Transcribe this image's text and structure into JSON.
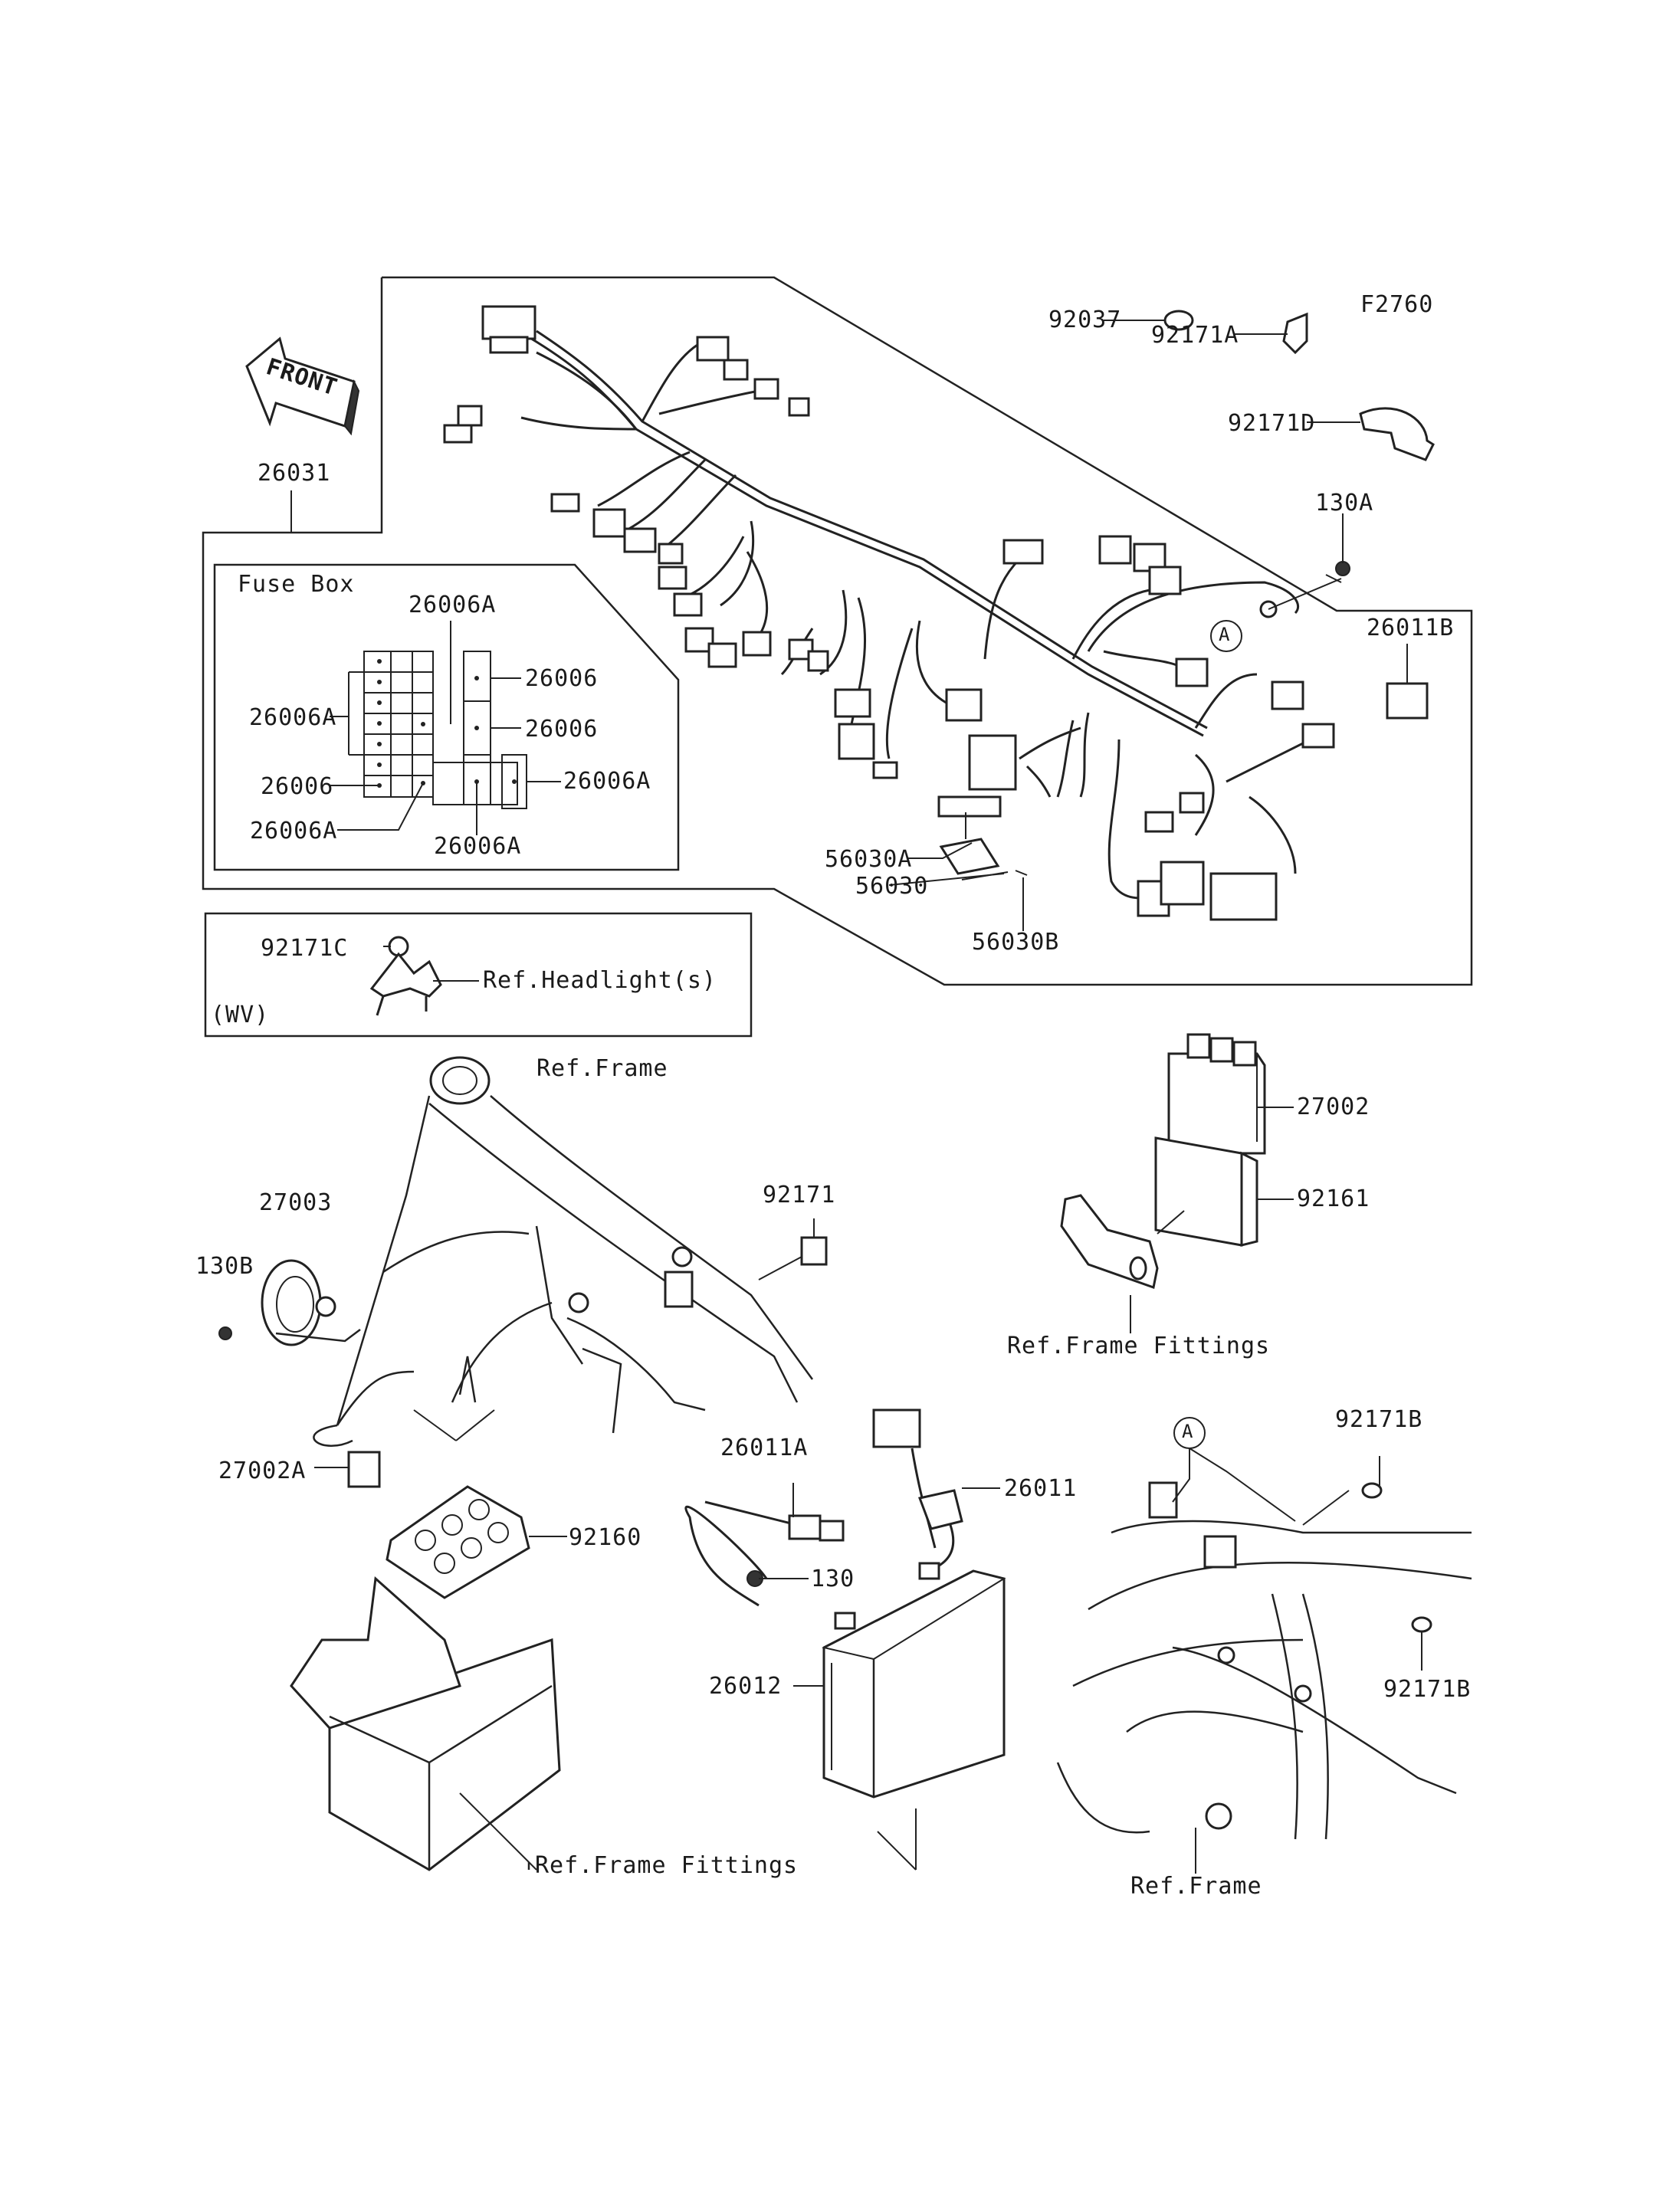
{
  "figure_code": "F2760",
  "front_label": "FRONT",
  "fuse_box": {
    "title": "Fuse Box",
    "labels": [
      "26006A",
      "26006",
      "26006",
      "26006A",
      "26006",
      "26006A",
      "26006A",
      "26006A"
    ]
  },
  "wv_box": {
    "variant": "(WV)",
    "part": "92171C",
    "ref": "Ref.Headlight(s)"
  },
  "callout_marker": "A",
  "parts": {
    "p26031": "26031",
    "p92037": "92037",
    "p92171A": "92171A",
    "p92171D": "92171D",
    "p130A": "130A",
    "p26011B": "26011B",
    "p56030A": "56030A",
    "p56030": "56030",
    "p56030B": "56030B",
    "p27002": "27002",
    "p92161": "92161",
    "p27003": "27003",
    "p130B": "130B",
    "p92171": "92171",
    "p27002A": "27002A",
    "p92160": "92160",
    "p26011A": "26011A",
    "p130": "130",
    "p26011": "26011",
    "p26012": "26012",
    "p92171B_top": "92171B",
    "p92171B_bottom": "92171B"
  },
  "refs": {
    "frame_top": "Ref.Frame",
    "frame_fittings_right": "Ref.Frame Fittings",
    "frame_fittings_bottom": "Ref.Frame Fittings",
    "frame_bottom_right": "Ref.Frame"
  }
}
